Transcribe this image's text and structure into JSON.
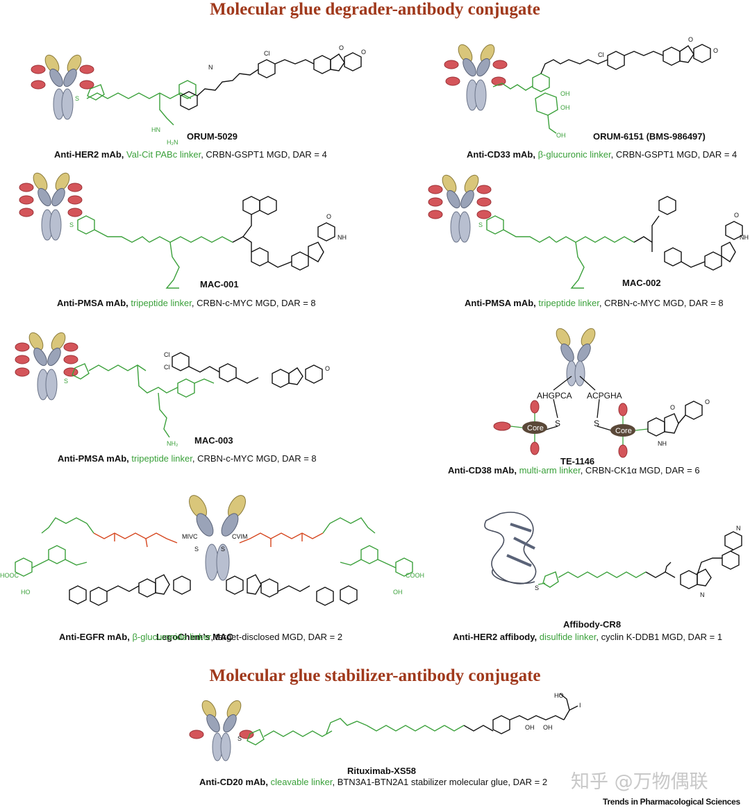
{
  "titles": {
    "degrader": "Molecular glue degrader-antibody conjugate",
    "stabilizer": "Molecular glue stabilizer-antibody conjugate"
  },
  "colors": {
    "title": "#a0391c",
    "linker": "#3aa03a",
    "payload_red": "#d4555a",
    "antibody_gray": "#9aa3b8",
    "antibody_gold": "#d9c67a",
    "core": "#5a4838"
  },
  "compounds": [
    {
      "id": "orum5029",
      "name": "ORUM-5029",
      "antibody": "Anti-HER2 mAb,",
      "linker": "Val-Cit PABc linker",
      "rest": ", CRBN-GSPT1 MGD, DAR = 4"
    },
    {
      "id": "orum6151",
      "name": "ORUM-6151 (BMS-986497)",
      "antibody": "Anti-CD33 mAb,",
      "linker": "β-glucuronic linker",
      "rest": ", CRBN-GSPT1 MGD, DAR = 4"
    },
    {
      "id": "mac001",
      "name": "MAC-001",
      "antibody": "Anti-PMSA mAb,",
      "linker": "tripeptide linker",
      "rest": ", CRBN-c-MYC MGD, DAR = 8"
    },
    {
      "id": "mac002",
      "name": "MAC-002",
      "antibody": "Anti-PMSA mAb,",
      "linker": "tripeptide linker",
      "rest": ", CRBN-c-MYC MGD, DAR = 8"
    },
    {
      "id": "mac003",
      "name": "MAC-003",
      "antibody": "Anti-PMSA mAb,",
      "linker": "tripeptide linker",
      "rest": ", CRBN-c-MYC MGD, DAR = 8"
    },
    {
      "id": "te1146",
      "name": "TE-1146",
      "antibody": "Anti-CD38 mAb,",
      "linker": "multi-arm linker",
      "rest": ", CRBN-CK1α MGD, DAR = 6"
    },
    {
      "id": "legochem",
      "name": "LegoChem’s  MAC",
      "antibody": "Anti-EGFR mAb,",
      "linker": "β-glucuronide linker",
      "rest": ", target-disclosed MGD, DAR = 2"
    },
    {
      "id": "affibody",
      "name": "Affibody-CR8",
      "antibody": "Anti-HER2 affibody,",
      "linker": "disulfide linker",
      "rest": ", cyclin K-DDB1 MGD, DAR = 1"
    },
    {
      "id": "rituximab",
      "name": "Rituximab-XS58",
      "antibody": "Anti-CD20 mAb,",
      "linker": "cleavable linker",
      "rest": ",  BTN3A1-BTN2A1 stabilizer molecular glue, DAR = 2"
    }
  ],
  "te1146_labels": {
    "seq_left": "AHGPCA",
    "seq_right": "ACPGHA",
    "core": "Core"
  },
  "legochem_labels": {
    "left": "MIVC",
    "right": "CVIM"
  },
  "watermark": "知乎 @万物偶联",
  "journal": "Trends in Pharmacological Sciences"
}
